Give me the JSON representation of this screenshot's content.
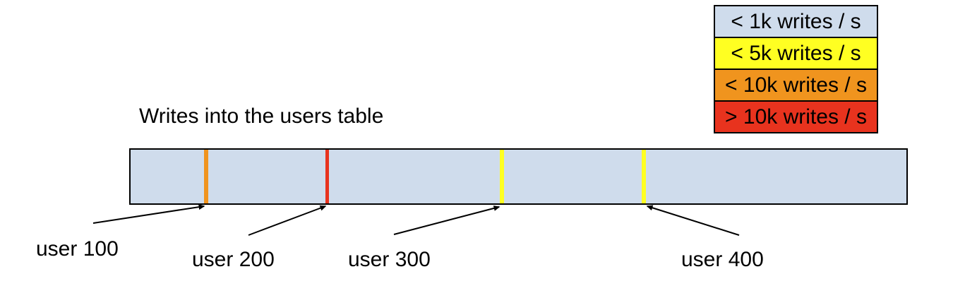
{
  "title": "Writes into the users table",
  "colors": {
    "bar_fill": "#cfdcec",
    "ink": "#000000"
  },
  "legend": {
    "items": [
      {
        "label": "< 1k writes / s",
        "color": "#cfdcec"
      },
      {
        "label": "< 5k writes / s",
        "color": "#ffff22"
      },
      {
        "label": "< 10k writes / s",
        "color": "#f0941e"
      },
      {
        "label": "> 10k writes / s",
        "color": "#e8331e"
      }
    ]
  },
  "bar": {
    "ticks": [
      {
        "label": "user 100",
        "color": "#f0941e"
      },
      {
        "label": "user 200",
        "color": "#e8331e"
      },
      {
        "label": "user 300",
        "color": "#ffff22"
      },
      {
        "label": "user 400",
        "color": "#ffff22"
      }
    ]
  }
}
